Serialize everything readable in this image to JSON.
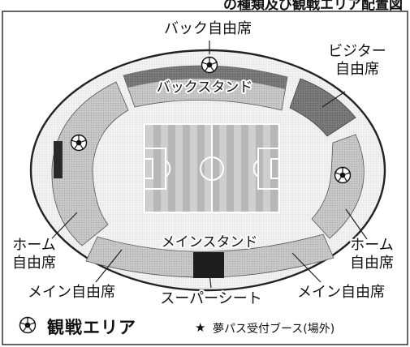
{
  "header_fragment": "の種類及び観戦エリア配置図",
  "sections": {
    "back_reserved": "バック自由席",
    "back_stand": "バックスタンド",
    "visitor_reserved_line1": "ビジター",
    "visitor_reserved_line2": "自由席",
    "home_left_line1": "ホーム",
    "home_left_line2": "自由席",
    "home_right_line1": "ホーム",
    "home_right_line2": "自由席",
    "main_stand": "メインスタンド",
    "main_reserved_left": "メイン自由席",
    "main_reserved_right": "メイン自由席",
    "super_seat": "スーパーシート"
  },
  "legend": {
    "icon": "soccer-ball-icon",
    "title": "観戦エリア",
    "star": "★",
    "booth": "夢パス受付ブース(場外)"
  }
}
